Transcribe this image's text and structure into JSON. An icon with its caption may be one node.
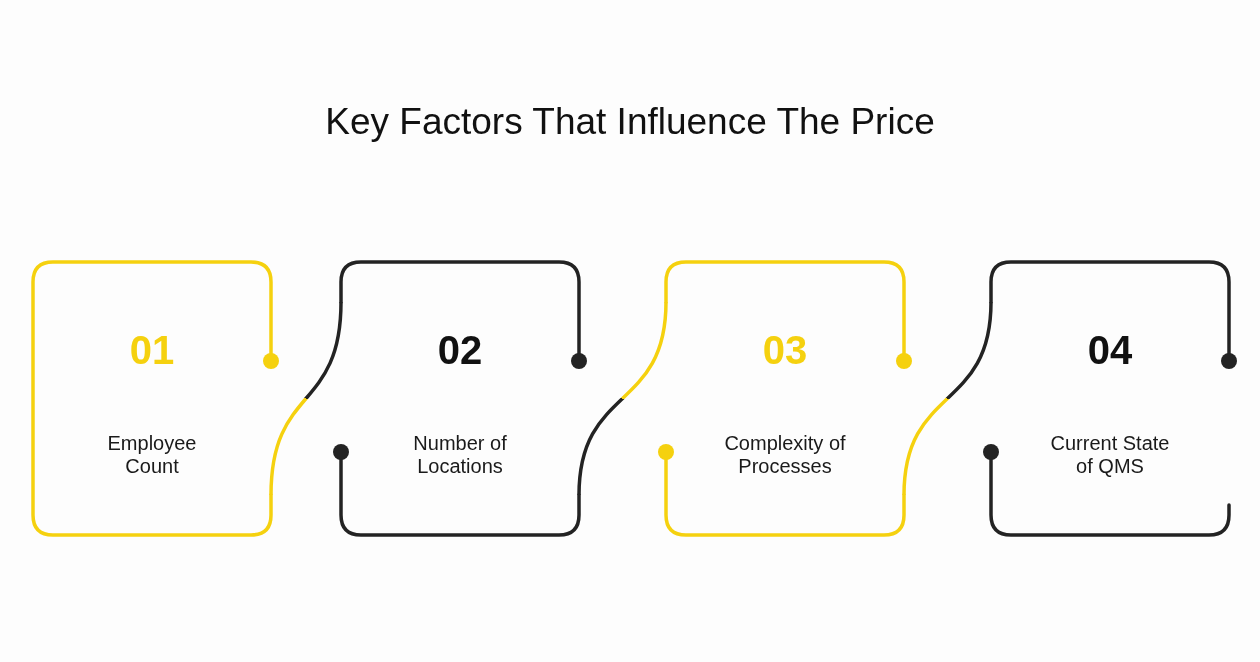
{
  "diagram": {
    "title": "Key Factors That Influence The Price",
    "nodes": [
      {
        "text": [
          "01",
          "Employee Count"
        ]
      },
      {
        "text": [
          "02",
          "Number of Locations"
        ]
      },
      {
        "text": [
          "03",
          "Complexity of Processes"
        ]
      },
      {
        "text": [
          "04",
          "Current State of QMS"
        ]
      }
    ],
    "edges": [
      {
        "from": 0,
        "to": 1,
        "arrow": "none"
      },
      {
        "from": 1,
        "to": 2,
        "arrow": "none"
      },
      {
        "from": 2,
        "to": 3,
        "arrow": "none"
      }
    ]
  }
}
